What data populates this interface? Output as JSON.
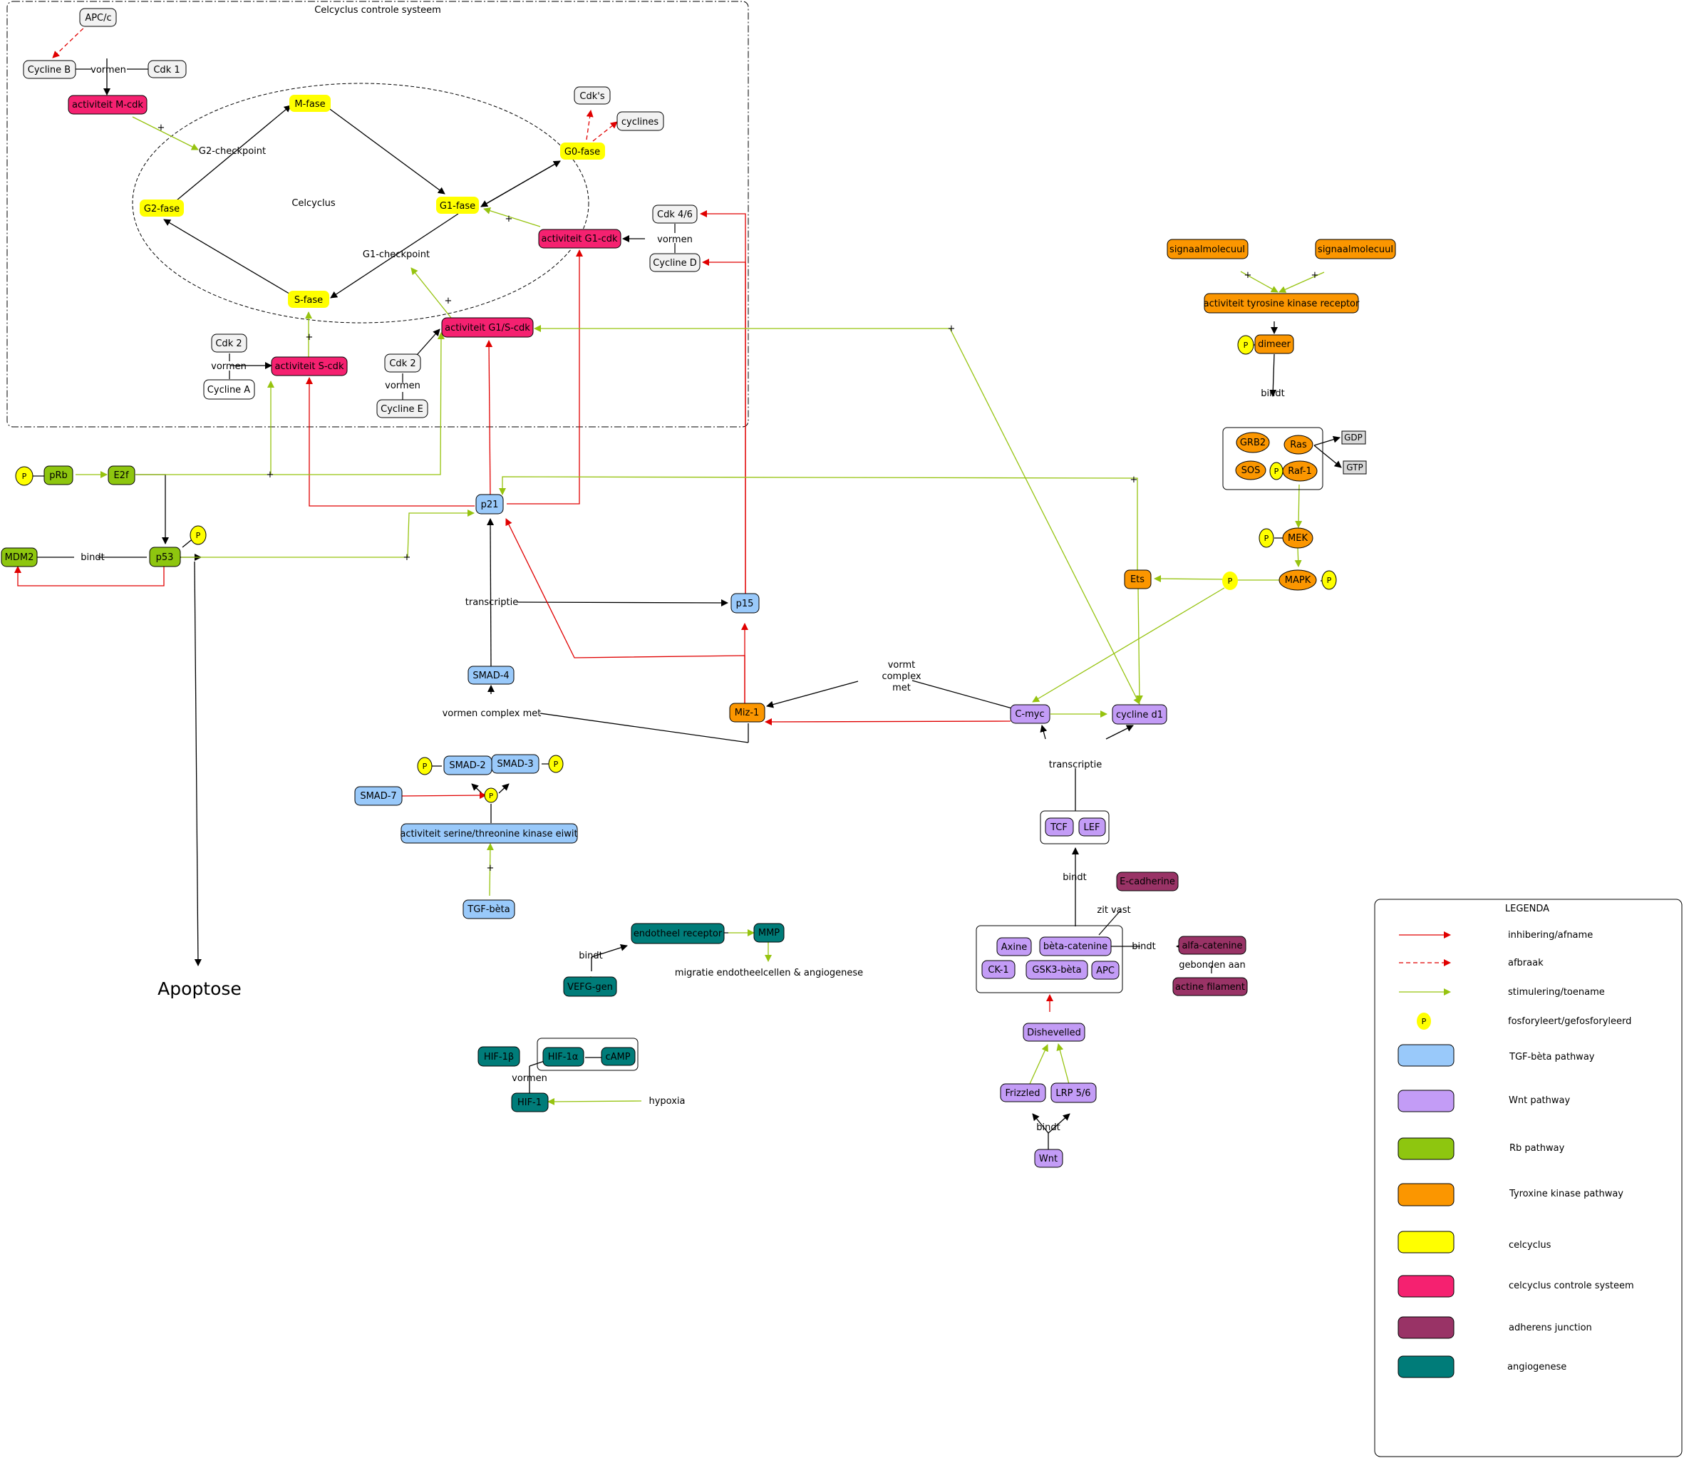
{
  "title": "Celcyclus controle systeem",
  "colors": {
    "tgf": "#99c9fa",
    "wnt": "#c39cf6",
    "rb": "#8ec60f",
    "tyrosine": "#fb9600",
    "celcyclus": "#ffff00",
    "controle": "#f52170",
    "adherens": "#993366",
    "angio": "#007c79",
    "neutral": "#f2f2f2",
    "inhib": "#e00000",
    "stim": "#96c30f",
    "phos": "#ffff00"
  },
  "nodes": {
    "apcc": "APC/c",
    "cyclineB": "Cycline B",
    "cdk1": "Cdk 1",
    "mcdk": "activiteit M-cdk",
    "mfase": "M-fase",
    "g1fase": "G1-fase",
    "g2fase": "G2-fase",
    "sfase": "S-fase",
    "g0fase": "G0-fase",
    "cdks": "Cdk's",
    "cyclines": "cyclines",
    "cdk46": "Cdk 4/6",
    "cyclineD": "Cycline D",
    "g1cdk": "activiteit G1-cdk",
    "g1scdk": "activiteit G1/S-cdk",
    "scdk": "activiteit S-cdk",
    "cdk2a": "Cdk 2",
    "cyclineA": "Cycline A",
    "cdk2b": "Cdk 2",
    "cyclineE": "Cycline E",
    "prb": "pRb",
    "e2f": "E2f",
    "mdm2": "MDM2",
    "p53": "p53",
    "p21": "p21",
    "p15": "p15",
    "smad4": "SMAD-4",
    "smad2": "SMAD-2",
    "smad3": "SMAD-3",
    "smad7": "SMAD-7",
    "serthr": "activiteit serine/threonine kinase eiwit",
    "tgfb": "TGF-bèta",
    "miz1": "Miz-1",
    "cmyc": "C-myc",
    "cycd1": "cycline d1",
    "tcf": "TCF",
    "lef": "LEF",
    "ecad": "E-cadherine",
    "axine": "Axine",
    "bcat": "bèta-catenine",
    "ck1": "CK-1",
    "gsk3": "GSK3-bèta",
    "apc": "APC",
    "acat": "alfa-catenine",
    "actine": "actine filament",
    "dishevelled": "Dishevelled",
    "frizzled": "Frizzled",
    "lrp": "LRP 5/6",
    "wnt": "Wnt",
    "sig1": "signaalmolecuul",
    "sig2": "signaalmolecuul",
    "tkr": "activiteit tyrosine kinase receptor",
    "dimeer": "dimeer",
    "grb2": "GRB2",
    "ras": "Ras",
    "sos": "SOS",
    "raf": "Raf-1",
    "gdp": "GDP",
    "gtp": "GTP",
    "mek": "MEK",
    "mapk": "MAPK",
    "ets": "Ets",
    "endoreceptor": "endotheel receptor",
    "mmp": "MMP",
    "vefg": "VEFG-gen",
    "hif1b": "HIF-1β",
    "hif1a": "HIF-1α",
    "camp": "cAMP",
    "hif1": "HIF-1",
    "p": "P"
  },
  "labels": {
    "vormen": "vormen",
    "bindt": "bindt",
    "plus": "+",
    "celcyclus": "Celcyclus",
    "g2check": "G2-checkpoint",
    "g1check": "G1-checkpoint",
    "transcriptie": "transcriptie",
    "vormenComplex": "vormen complex met",
    "vormtComplex1": "vormt",
    "vormtComplex2": "complex",
    "vormtComplex3": "met",
    "zitVast": "zit vast",
    "gebondenAan": "gebonden aan",
    "migratie": "migratie endotheelcellen & angiogenese",
    "hypoxia": "hypoxia",
    "apoptose": "Apoptose"
  },
  "legend": {
    "title": "LEGENDA",
    "arrows": [
      "inhibering/afname",
      "afbraak",
      "stimulering/toename",
      "fosforyleert/gefosforyleerd"
    ],
    "pathways": [
      "TGF-bèta pathway",
      "Wnt pathway",
      "Rb pathway",
      "Tyroxine kinase pathway",
      "celcyclus",
      "celcyclus controle systeem",
      "adherens junction",
      "angiogenese"
    ]
  }
}
